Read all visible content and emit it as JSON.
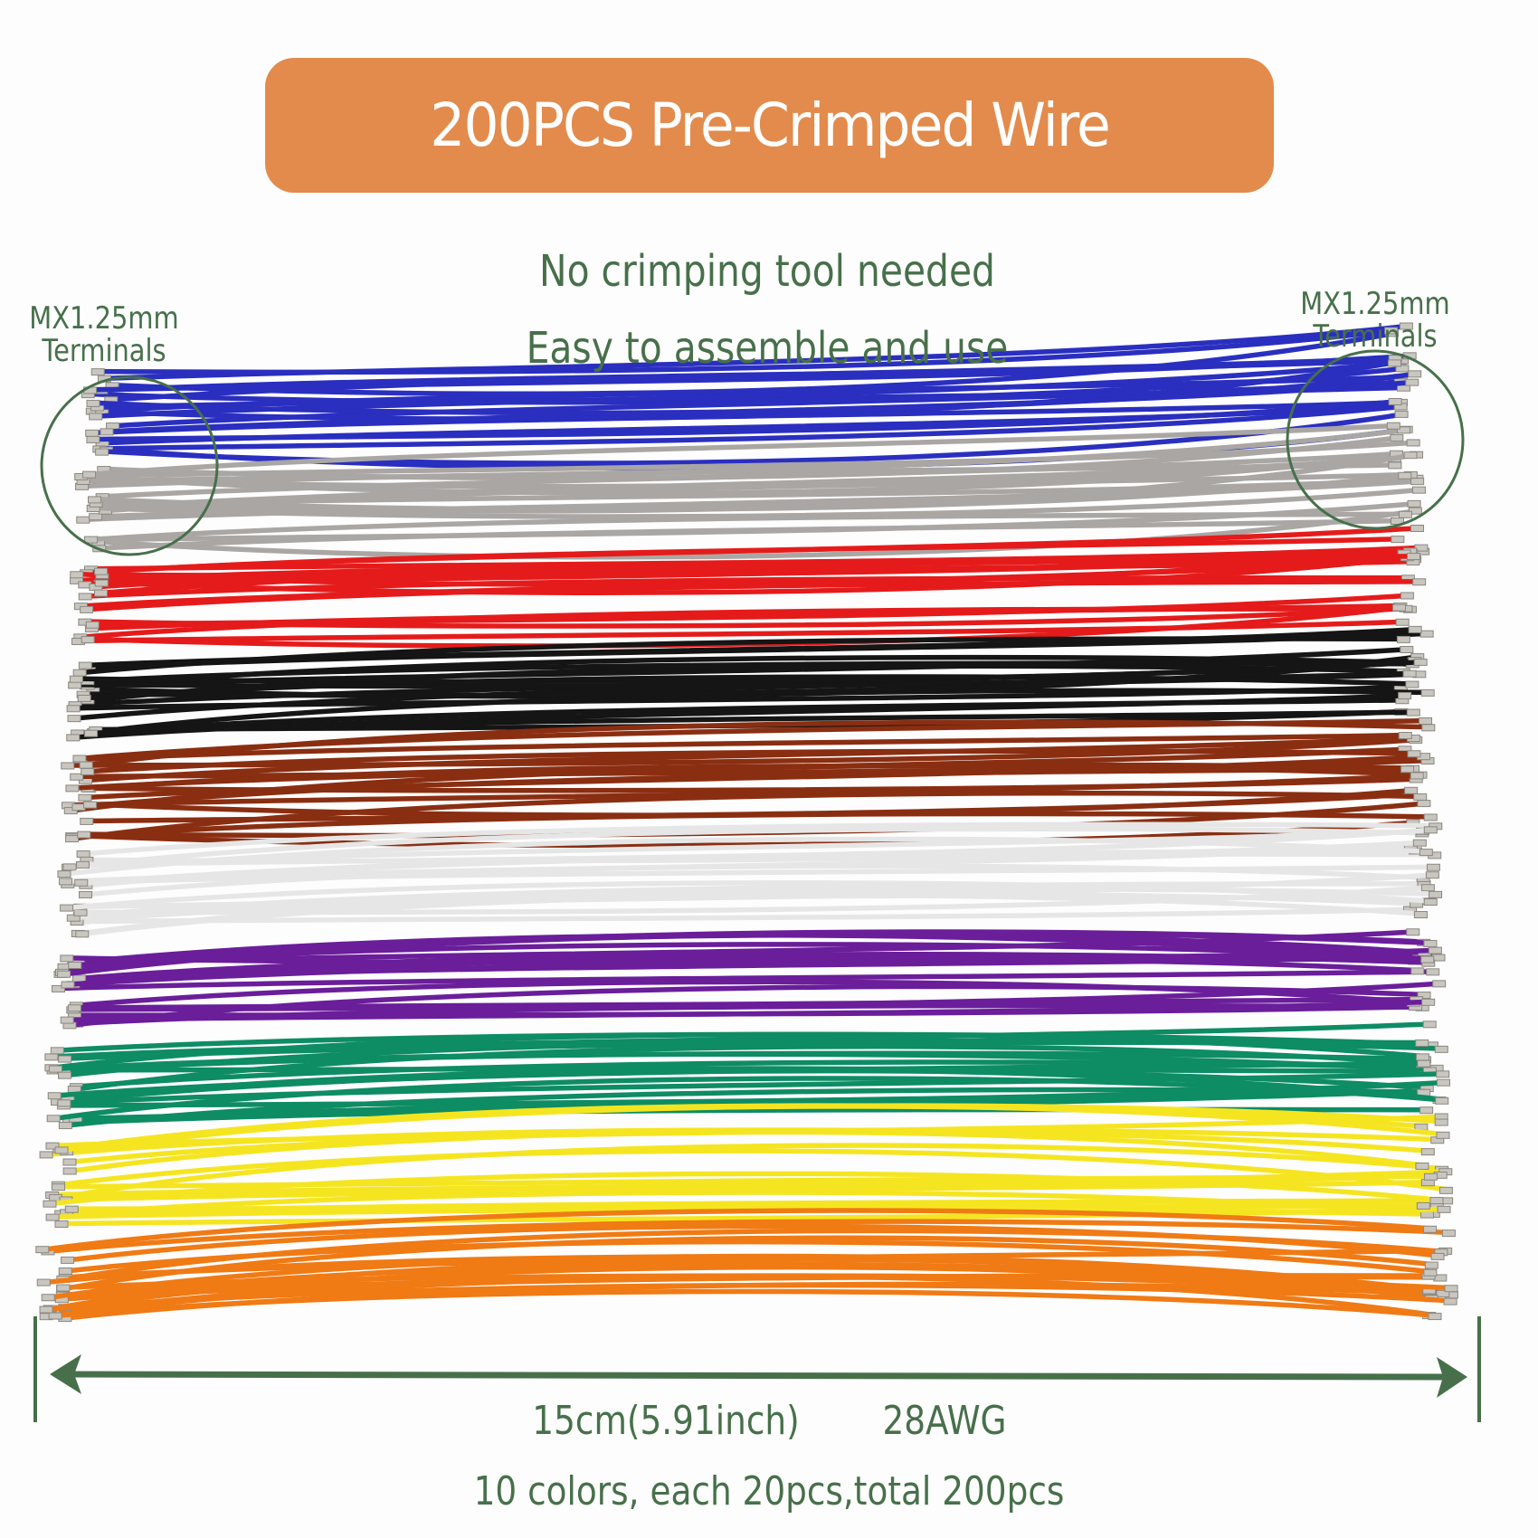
{
  "banner": {
    "title": "200PCS Pre-Crimped Wire",
    "color": "#E38B4C"
  },
  "features": [
    "No crimping tool needed",
    "Easy to assemble and use"
  ],
  "left_label": {
    "line1": "MX1.25mm",
    "line2": "Terminals"
  },
  "right_label": {
    "line1": "MX1.25mm",
    "line2": "Terminals"
  },
  "measurement": {
    "length": "15cm(5.91inch)",
    "gauge": "28AWG"
  },
  "summary": "10 colors, each 20pcs,total 200pcs",
  "accent_color": "#47704A",
  "wire_colors": [
    "#2A2FC0",
    "#A9A6A4",
    "#E51B1B",
    "#151515",
    "#8A2E12",
    "#F2F2F2",
    "#6A1E9A",
    "#0E8C64",
    "#F5E521",
    "#F07A14"
  ]
}
